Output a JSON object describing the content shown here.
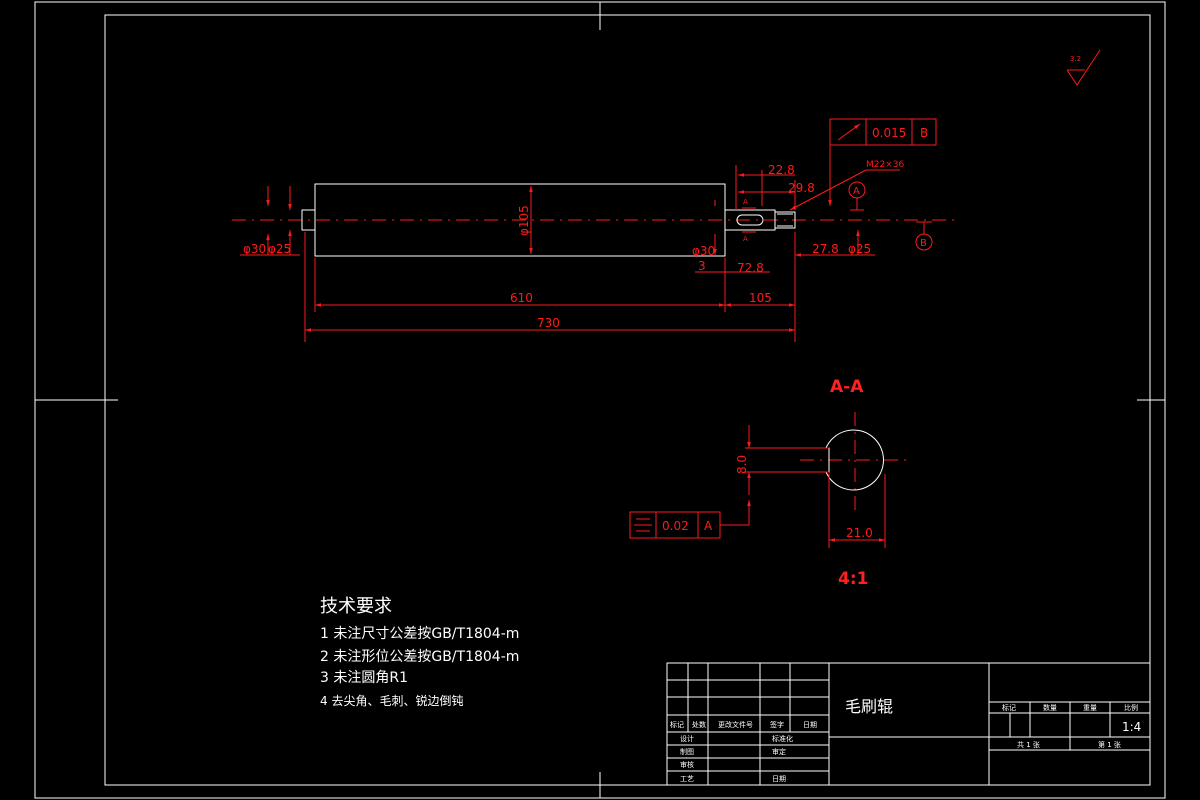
{
  "surface_roughness": "3.2",
  "dimensions": {
    "d_left_30": "φ30",
    "d_left_25": "φ25",
    "d_105": "φ105",
    "d_right_30": "φ30",
    "d_right_25": "φ25",
    "len_22_8": "22.8",
    "len_29_8": "29.8",
    "len_3": "3",
    "len_72_8": "72.8",
    "len_27_8": "27.8",
    "len_610": "610",
    "len_105": "105",
    "len_730": "730",
    "thread": "M22×36",
    "section_letter": "A",
    "section_8": "8.0",
    "section_21": "21.0"
  },
  "tolerances": {
    "runout": {
      "value": "0.015",
      "datum": "B"
    },
    "symmetry": {
      "value": "0.02",
      "datum": "A"
    }
  },
  "datums": {
    "a": "A",
    "b": "B"
  },
  "section": {
    "title": "A-A",
    "scale": "4:1"
  },
  "tech_requirements": {
    "heading": "技术要求",
    "items": [
      "1 未注尺寸公差按GB/T1804-m",
      "2 未注形位公差按GB/T1804-m",
      "3 未注圆角R1",
      "4 去尖角、毛刺、锐边倒钝"
    ]
  },
  "title_block": {
    "part_name": "毛刷辊",
    "header_cells": [
      "标记",
      "处数",
      "更改文件号",
      "签字",
      "日期"
    ],
    "left_rows": [
      "设计",
      "制图",
      "审核",
      "工艺"
    ],
    "mid_rows": [
      "标准化",
      "审定",
      "日期"
    ],
    "right_header": [
      "标记",
      "数量",
      "重量",
      "比例"
    ],
    "scale": "1:4",
    "sheets_total": "共 1 张",
    "sheet_no": "第 1 张"
  }
}
